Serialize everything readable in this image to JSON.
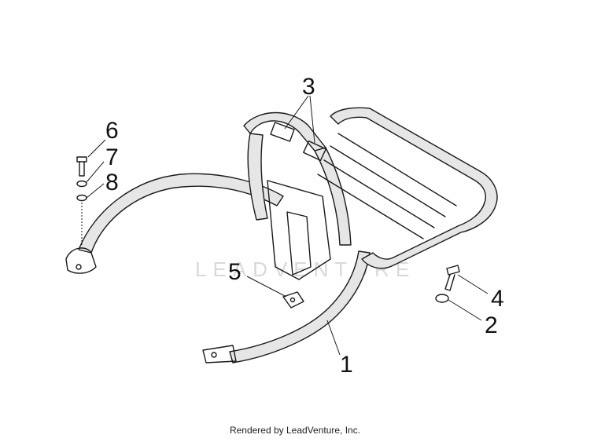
{
  "callouts": {
    "c1": "1",
    "c2": "2",
    "c3": "3",
    "c4": "4",
    "c5": "5",
    "c6": "6",
    "c7": "7",
    "c8": "8"
  },
  "watermark": "LEADVENTURE",
  "credit": "Rendered by LeadVenture, Inc."
}
